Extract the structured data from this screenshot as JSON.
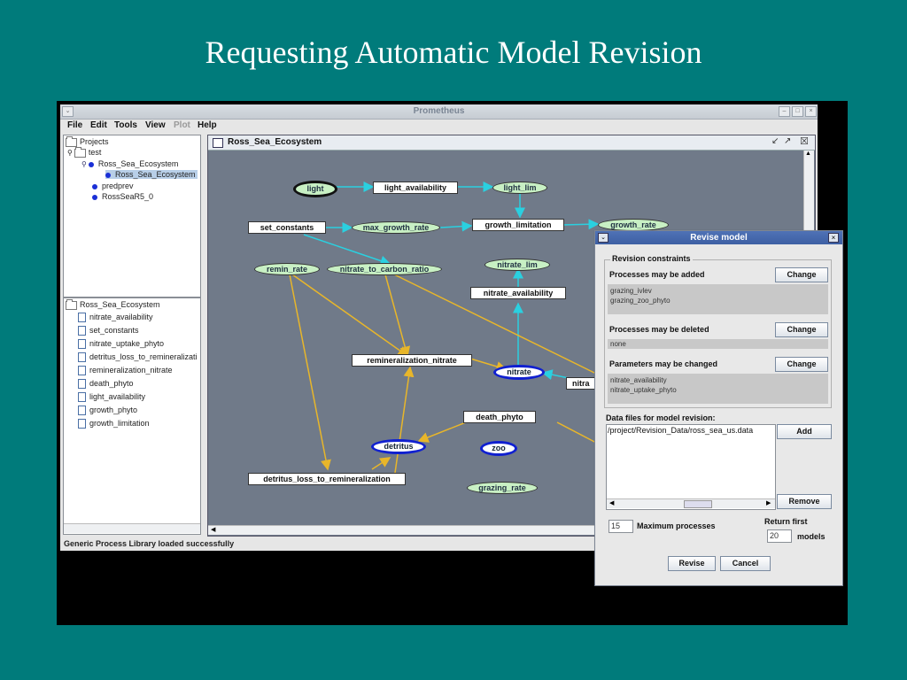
{
  "slide": {
    "title": "Requesting Automatic Model Revision"
  },
  "window": {
    "title": "Prometheus",
    "menus": [
      "File",
      "Edit",
      "Tools",
      "View",
      "Plot",
      "Help"
    ],
    "status": "Generic Process Library loaded successfully"
  },
  "projects_tree": {
    "root": "Projects",
    "items": [
      "test",
      "Ross_Sea_Ecosystem",
      "Ross_Sea_Ecosystem",
      "predprev",
      "RossSeaR5_0"
    ]
  },
  "model_tree": {
    "root": "Ross_Sea_Ecosystem",
    "items": [
      "nitrate_availability",
      "set_constants",
      "nitrate_uptake_phyto",
      "detritus_loss_to_remineralizati",
      "remineralization_nitrate",
      "death_phyto",
      "light_availability",
      "growth_phyto",
      "growth_limitation"
    ]
  },
  "graph": {
    "title": "Ross_Sea_Ecosystem",
    "nodes": {
      "light": "light",
      "light_availability": "light_availability",
      "light_lim": "light_lim",
      "set_constants": "set_constants",
      "max_growth_rate": "max_growth_rate",
      "growth_limitation": "growth_limitation",
      "growth_rate": "growth_rate",
      "remin_rate": "remin_rate",
      "nitrate_to_carbon_ratio": "nitrate_to_carbon_ratio",
      "nitrate_lim": "nitrate_lim",
      "nitrate_availability": "nitrate_availability",
      "remineralization_nitrate": "remineralization_nitrate",
      "nitrate": "nitrate",
      "nitra_partial": "nitra",
      "death_phyto": "death_phyto",
      "detritus": "detritus",
      "zoo": "zoo",
      "detritus_loss": "detritus_loss_to_remineralization",
      "grazing_rate": "grazing_rate"
    }
  },
  "dialog": {
    "title": "Revise model",
    "group_label": "Revision constraints",
    "add_label": "Processes may be added",
    "add_items": [
      "grazing_ivlev",
      "grazing_zoo_phyto"
    ],
    "delete_label": "Processes may be deleted",
    "delete_items": [
      "none"
    ],
    "params_label": "Parameters may be changed",
    "params_items": [
      "nitrate_availability",
      "nitrate_uptake_phyto"
    ],
    "change": "Change",
    "data_files_label": "Data files for model revision:",
    "data_file": "/project/Revision_Data/ross_sea_us.data",
    "add_btn": "Add",
    "remove_btn": "Remove",
    "max_processes_value": "15",
    "max_processes_label": "Maximum processes",
    "return_first_label": "Return first",
    "return_first_value": "20",
    "models_label": "models",
    "revise_btn": "Revise",
    "cancel_btn": "Cancel"
  }
}
